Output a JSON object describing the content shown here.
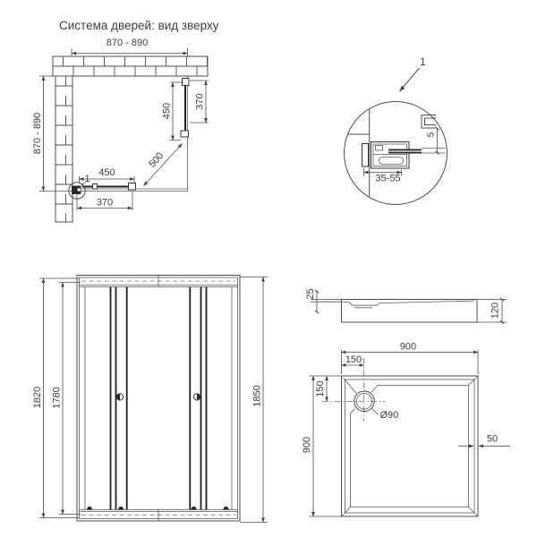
{
  "title": "Система дверей: вид зверху",
  "plan": {
    "dim_top": "870 - 890",
    "dim_left": "870 - 890",
    "dim_right_door": "450",
    "dim_right_wall": "370",
    "dim_bottom_door": "450",
    "dim_bottom_wall": "370",
    "dim_diagonal": "500",
    "detail_marker": "1"
  },
  "detail": {
    "marker": "1",
    "dim_adjustment": "35-55",
    "dim_glass_gap": "5"
  },
  "front": {
    "dim_frame_height": "1820",
    "dim_glass_height": "1780",
    "dim_total_height": "1850"
  },
  "tray_section": {
    "dim_rim": "25",
    "dim_height": "120"
  },
  "tray_plan": {
    "dim_width": "900",
    "dim_depth": "900",
    "dim_drain_offset_x": "150",
    "dim_drain_offset_y": "150",
    "drain_diameter": "Ø90",
    "dim_edge": "50"
  }
}
